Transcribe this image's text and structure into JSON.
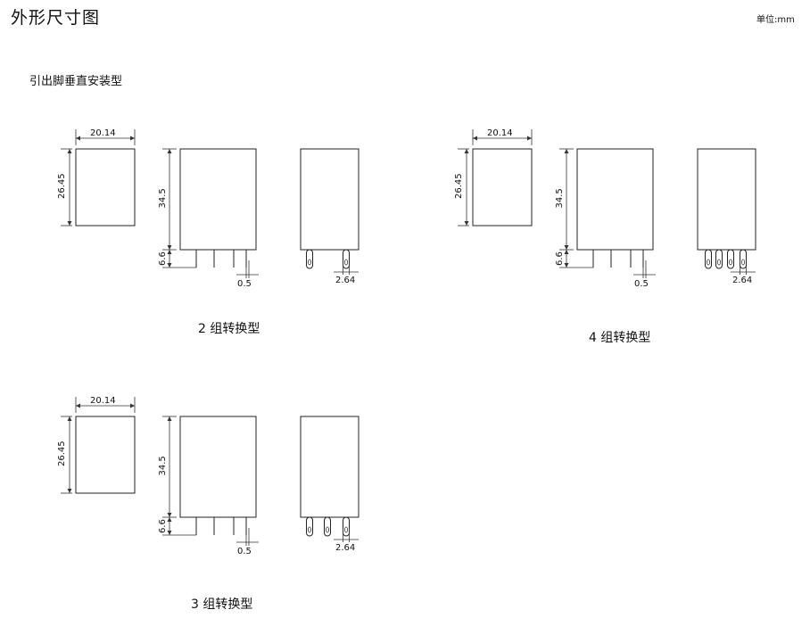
{
  "header": {
    "title": "外形尺寸图",
    "unit": "单位:mm"
  },
  "subtitle": "引出脚垂直安装型",
  "drawings": [
    {
      "id": "two-pole",
      "caption": "2 组转换型",
      "pins": 2,
      "dims": {
        "top_width": "20.14",
        "top_depth": "26.45",
        "height": "34.5",
        "pin_length": "6.6",
        "pin_thickness": "0.5",
        "pin_pitch": "2.64"
      }
    },
    {
      "id": "four-pole",
      "caption": "4 组转换型",
      "pins": 4,
      "dims": {
        "top_width": "20.14",
        "top_depth": "26.45",
        "height": "34.5",
        "pin_length": "6.6",
        "pin_thickness": "0.5",
        "pin_pitch": "2.64"
      }
    },
    {
      "id": "three-pole",
      "caption": "3 组转换型",
      "pins": 3,
      "dims": {
        "top_width": "20.14",
        "top_depth": "26.45",
        "height": "34.5",
        "pin_length": "6.6",
        "pin_thickness": "0.5",
        "pin_pitch": "2.64"
      }
    }
  ]
}
